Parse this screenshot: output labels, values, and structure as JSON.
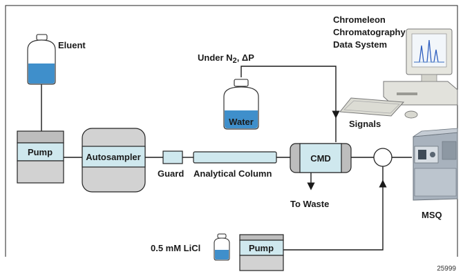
{
  "labels": {
    "eluent": "Eluent",
    "pump_main": "Pump",
    "autosampler": "Autosampler",
    "guard": "Guard",
    "analytical_column": "Analytical Column",
    "cmd": "CMD",
    "to_waste": "To Waste",
    "under_n2_prefix": "Under N",
    "under_n2_sub": "2",
    "under_n2_suffix": ", ΔP",
    "water": "Water",
    "chromeleon_line1": "Chromeleon",
    "chromeleon_line2": "Chromatography",
    "chromeleon_line3": "Data System",
    "signals": "Signals",
    "msq": "MSQ",
    "licl": "0.5 mM LiCl",
    "pump_licl": "Pump",
    "figure_number": "25999"
  },
  "colors": {
    "liquid": "#3f8fcb",
    "component_fill": "#cfe8ee",
    "housing_gray": "#bdbdbd",
    "pump_base": "#d2d2d2",
    "line": "#1a1a1a"
  },
  "icons": {
    "computer": "computer-workstation-icon",
    "ms": "mass-spectrometer-icon"
  }
}
